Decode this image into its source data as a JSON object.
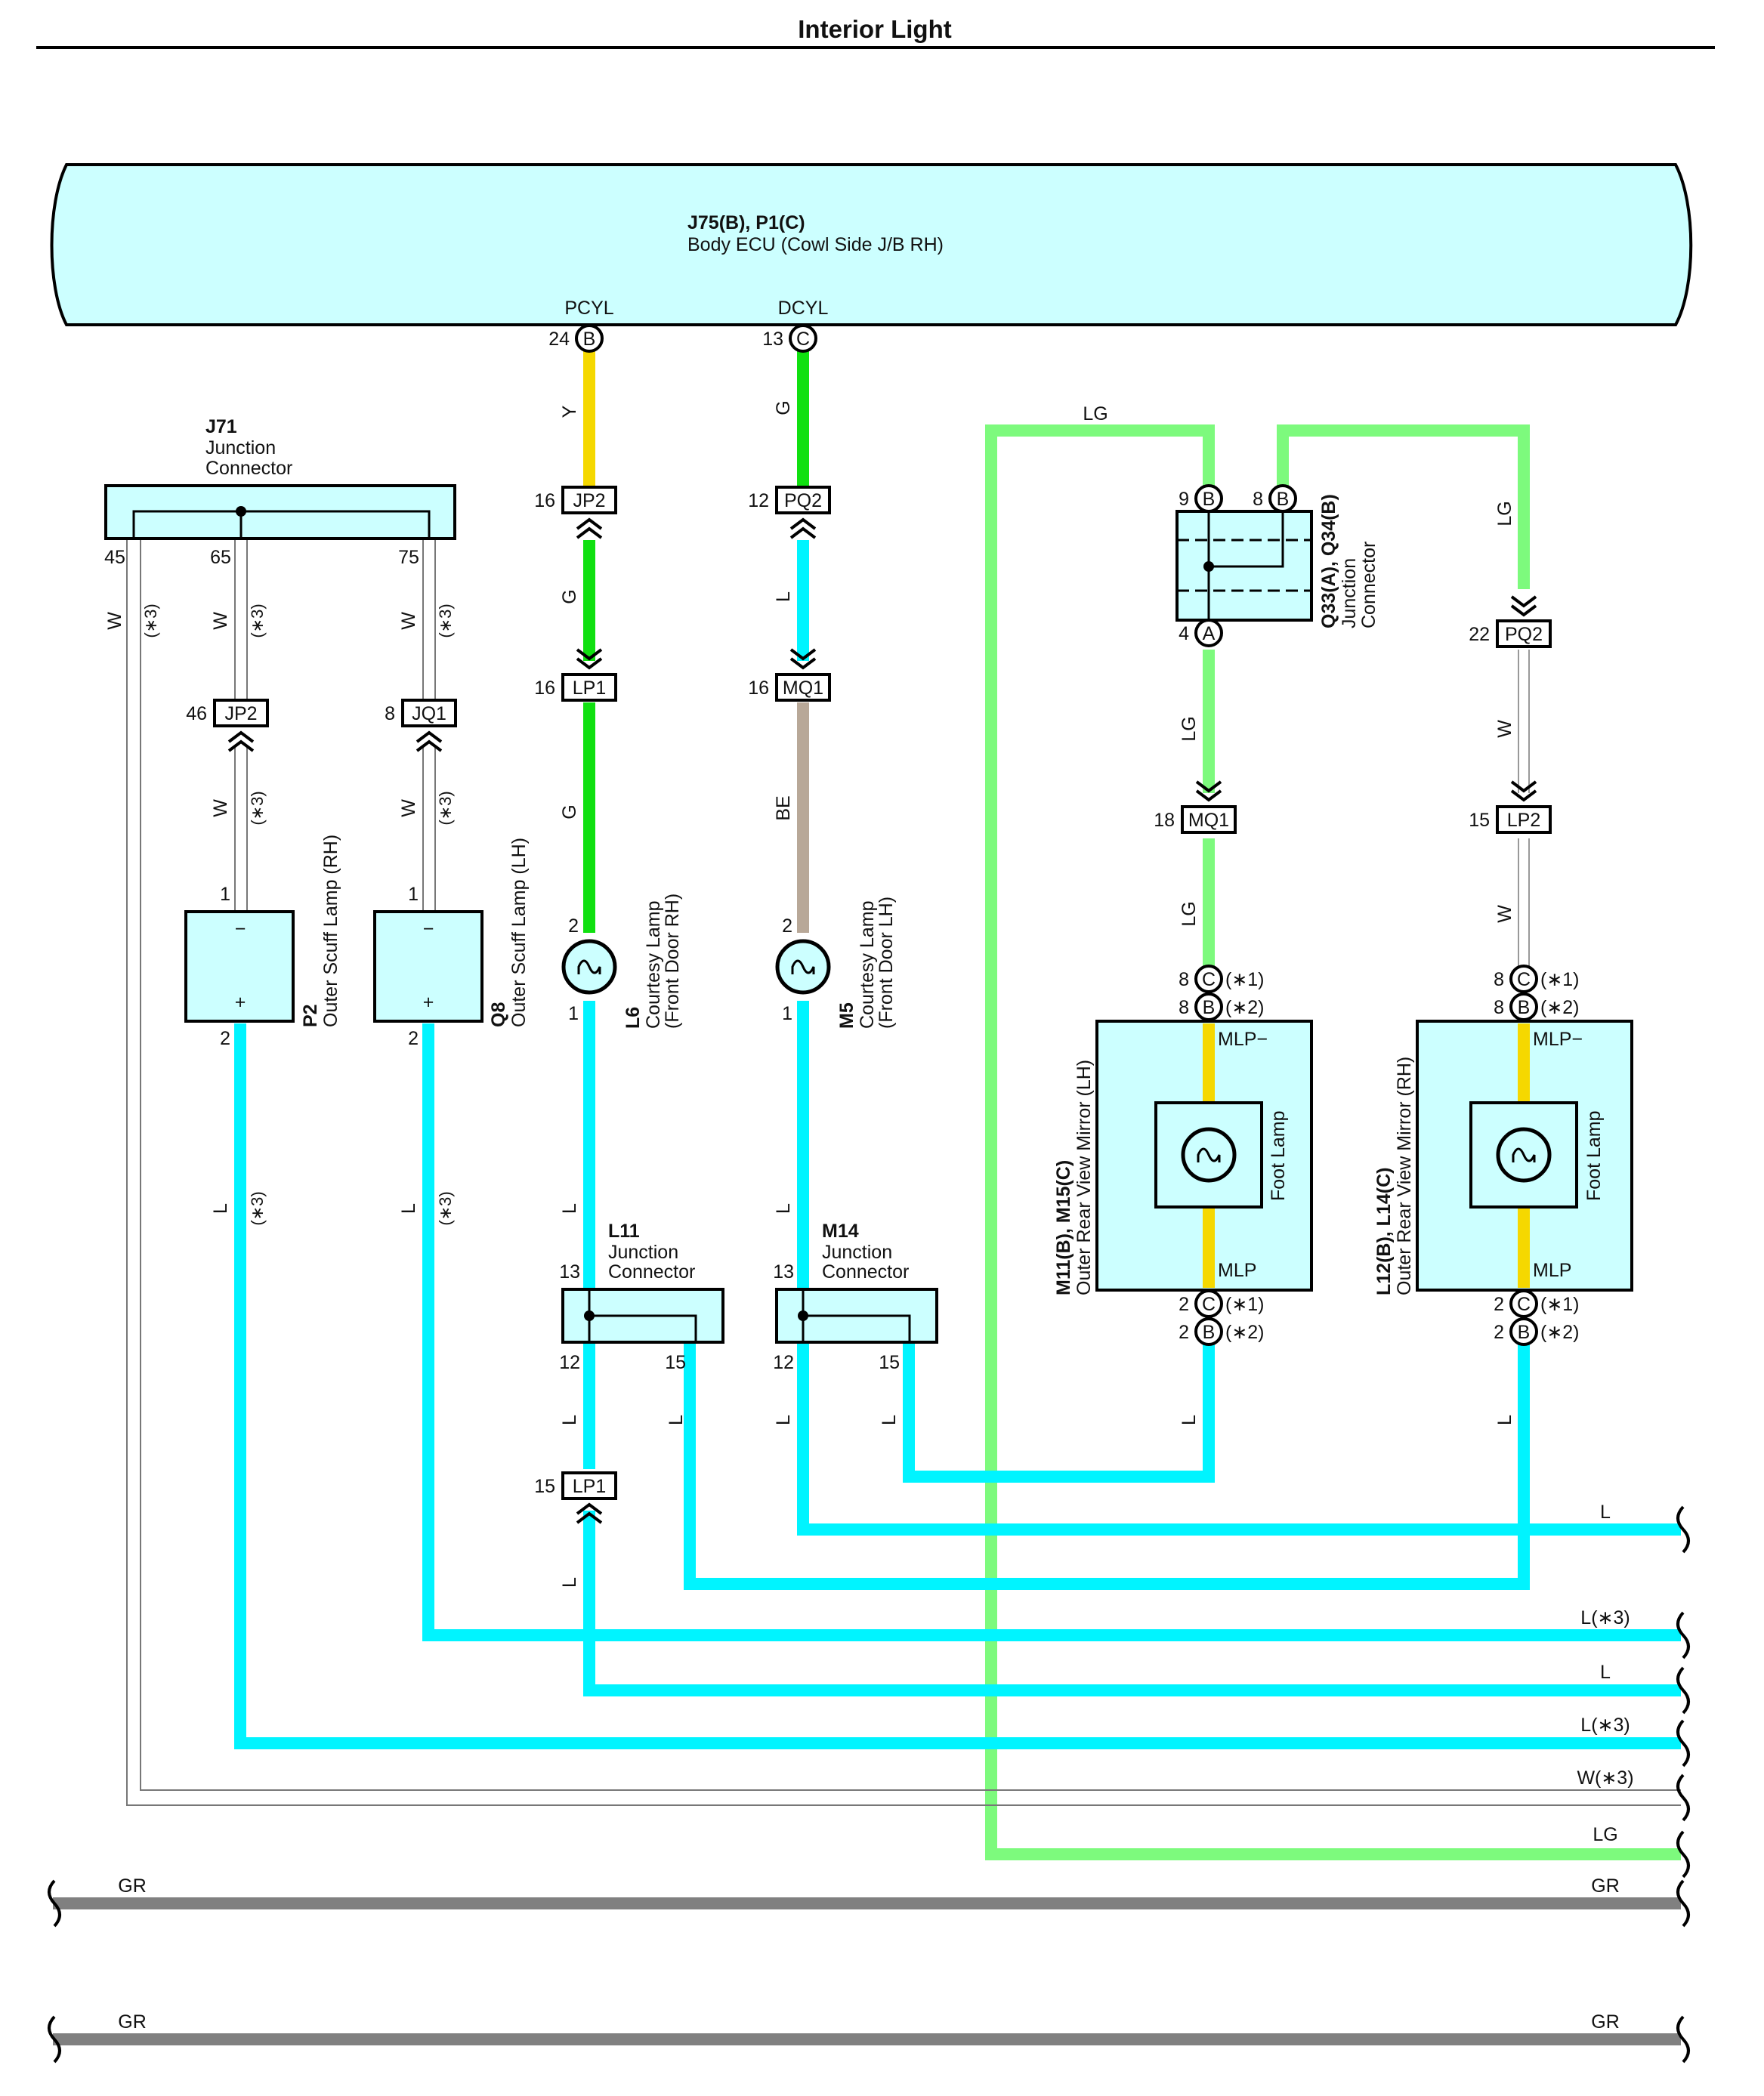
{
  "title": "Interior Light",
  "colors": {
    "L": "#00f4ff",
    "LG": "#7dfa7d",
    "G": "#10e010",
    "Y": "#f5d800",
    "BE": "#b8a898",
    "GR": "#808080",
    "W": "#ffffff",
    "component_fill": "#ccffff"
  },
  "ecu": {
    "code": "J75(B), P1(C)",
    "name": "Body ECU (Cowl Side J/B RH)",
    "pin_pcyl": "PCYL",
    "pin_dcyl": "DCYL"
  },
  "pins": {
    "p24": "24",
    "b_a": "B",
    "p13": "13",
    "c_a": "C",
    "p16a": "16",
    "p12a": "12",
    "p16b": "16",
    "p16c": "16",
    "p9": "9",
    "p8": "8",
    "p4": "4",
    "a_a": "A",
    "b_q9": "B",
    "b_q8": "B",
    "p22": "22",
    "p18": "18",
    "p15a": "15",
    "p46": "46",
    "p8b": "8",
    "p45": "45",
    "p65": "65",
    "p75": "75",
    "p1a": "1",
    "p1b": "1",
    "p2a": "2",
    "p2b": "2",
    "p2c": "2",
    "p1c": "1",
    "p2d": "2",
    "p1d": "1",
    "p13a": "13",
    "p12b": "12",
    "p15b": "15",
    "p13b": "13",
    "p12c": "12",
    "p15c": "15",
    "p15d": "15",
    "m_8c": "8",
    "m_8b": "8",
    "m_2c": "2",
    "m_2b": "2",
    "r_8c": "8",
    "r_8b": "8",
    "r_2c": "2",
    "r_2b": "2",
    "c1": "C",
    "b1": "B",
    "c2": "C",
    "b2": "B",
    "c3": "C",
    "b3": "B",
    "c4": "C",
    "b4": "B",
    "n1": "(∗1)",
    "n2": "(∗2)",
    "n3": "(∗1)",
    "n4": "(∗2)",
    "n5": "(∗1)",
    "n6": "(∗2)",
    "n7": "(∗1)",
    "n8": "(∗2)",
    "minus1": "−",
    "plus1": "+",
    "minus2": "−",
    "plus2": "+",
    "mlpm1": "MLP−",
    "mlp1": "MLP",
    "mlpm2": "MLP−",
    "mlp2": "MLP"
  },
  "connectors": {
    "jp2_top": "JP2",
    "pq2_top": "PQ2",
    "lp1_top": "LP1",
    "mq1_left": "MQ1",
    "pq2_right": "PQ2",
    "mq1_mid": "MQ1",
    "lp2": "LP2",
    "lp1_bot": "LP1",
    "jp2_left": "JP2",
    "jq1": "JQ1"
  },
  "wires": {
    "y": "Y",
    "g1": "G",
    "g2": "G",
    "g3": "G",
    "l1": "L",
    "be": "BE",
    "lg_top": "LG",
    "lg_r": "LG",
    "lg_m1": "LG",
    "lg_m2": "LG",
    "w_r1": "W",
    "w_r2": "W",
    "w45": "W",
    "s45": "(∗3)",
    "w65": "W",
    "s65": "(∗3)",
    "w75": "W",
    "s75": "(∗3)",
    "w46": "W",
    "s46": "(∗3)",
    "w8": "W",
    "s8": "(∗3)",
    "lp2a": "L",
    "sp2a": "(∗3)",
    "lq8a": "L",
    "sq8a": "(∗3)",
    "l_l6": "L",
    "l_m5": "L",
    "l_l11_12": "L",
    "l_l11_15": "L",
    "l_m14_12": "L",
    "l_m14_15": "L",
    "l_lp1": "L",
    "l_mirl": "L",
    "l_mirr": "L",
    "y1": "Y",
    "y2": "Y",
    "y3": "Y",
    "y4": "Y"
  },
  "components": {
    "j71": {
      "code": "J71",
      "name": "Junction Connector"
    },
    "l11": {
      "code": "L11",
      "name": "Junction Connector"
    },
    "m14": {
      "code": "M14",
      "name": "Junction Connector"
    },
    "q33": {
      "code": "Q33(A), Q34(B)",
      "name1": "Junction",
      "name2": "Connector"
    },
    "p2": {
      "code": "P2",
      "name": "Outer Scuff Lamp (RH)"
    },
    "q8": {
      "code": "Q8",
      "name": "Outer Scuff Lamp (LH)"
    },
    "l6": {
      "code": "L6",
      "name1": "Courtesy Lamp",
      "name2": "(Front Door RH)"
    },
    "m5": {
      "code": "M5",
      "name1": "Courtesy Lamp",
      "name2": "(Front Door LH)"
    },
    "mirror_lh": {
      "code": "M11(B), M15(C)",
      "name": "Outer Rear View Mirror (LH)",
      "lamp": "Foot Lamp"
    },
    "mirror_rh": {
      "code": "L12(B), L14(C)",
      "name": "Outer Rear View Mirror (RH)",
      "lamp": "Foot Lamp"
    }
  },
  "continuation_labels": [
    "L",
    "L(∗3)",
    "L",
    "L(∗3)",
    "W(∗3)",
    "LG",
    "GR",
    "GR"
  ],
  "left_labels": [
    "GR",
    "GR"
  ]
}
